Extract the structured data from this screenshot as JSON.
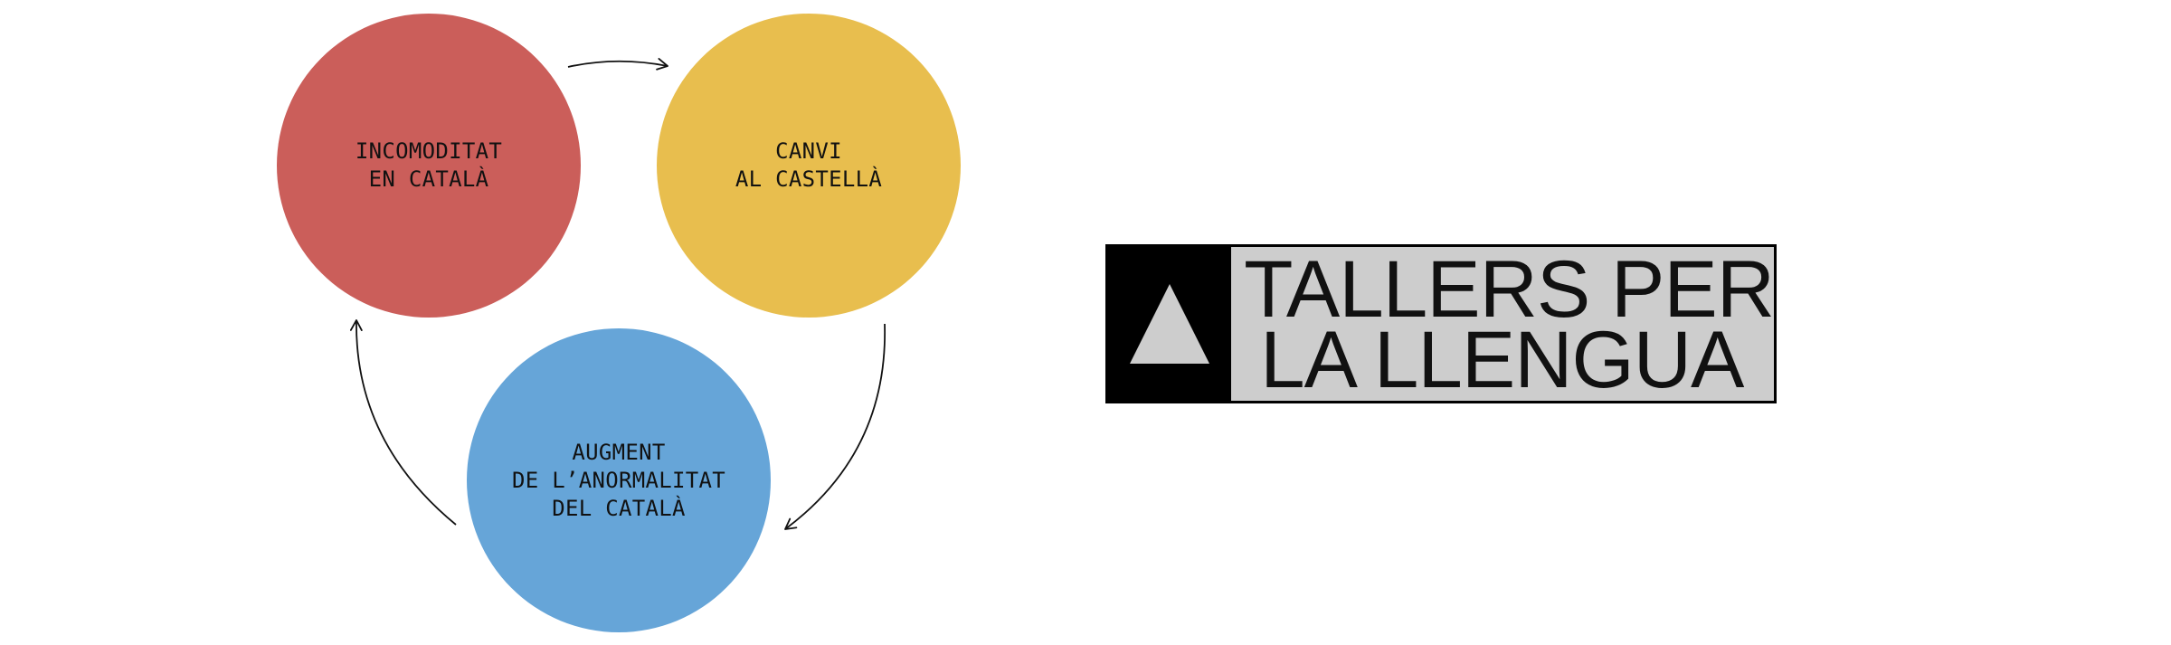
{
  "colors": {
    "discomfort": "#CB5E5A",
    "switch": "#E8BE4E",
    "abnormality": "#66A5D8",
    "logo_mark_bg": "#000000",
    "logo_triangle": "#CDCDCD",
    "logo_text_bg": "#CDCDCD",
    "arrow": "#111111"
  },
  "cycle": {
    "nodes": [
      {
        "id": "discomfort",
        "lines": [
          "INCOMODITAT",
          "EN CATALÀ"
        ]
      },
      {
        "id": "switch",
        "lines": [
          "CANVI",
          "AL CASTELLÀ"
        ]
      },
      {
        "id": "abnormality",
        "lines": [
          "AUGMENT",
          "DE L’ANORMALITAT",
          "DEL CATALÀ"
        ]
      }
    ],
    "edges": [
      {
        "from": "discomfort",
        "to": "switch"
      },
      {
        "from": "switch",
        "to": "abnormality"
      },
      {
        "from": "abnormality",
        "to": "discomfort"
      }
    ]
  },
  "logo": {
    "icon": "triangle-icon",
    "line1": "TALLERS PER",
    "line2": "LA LLENGUA"
  }
}
